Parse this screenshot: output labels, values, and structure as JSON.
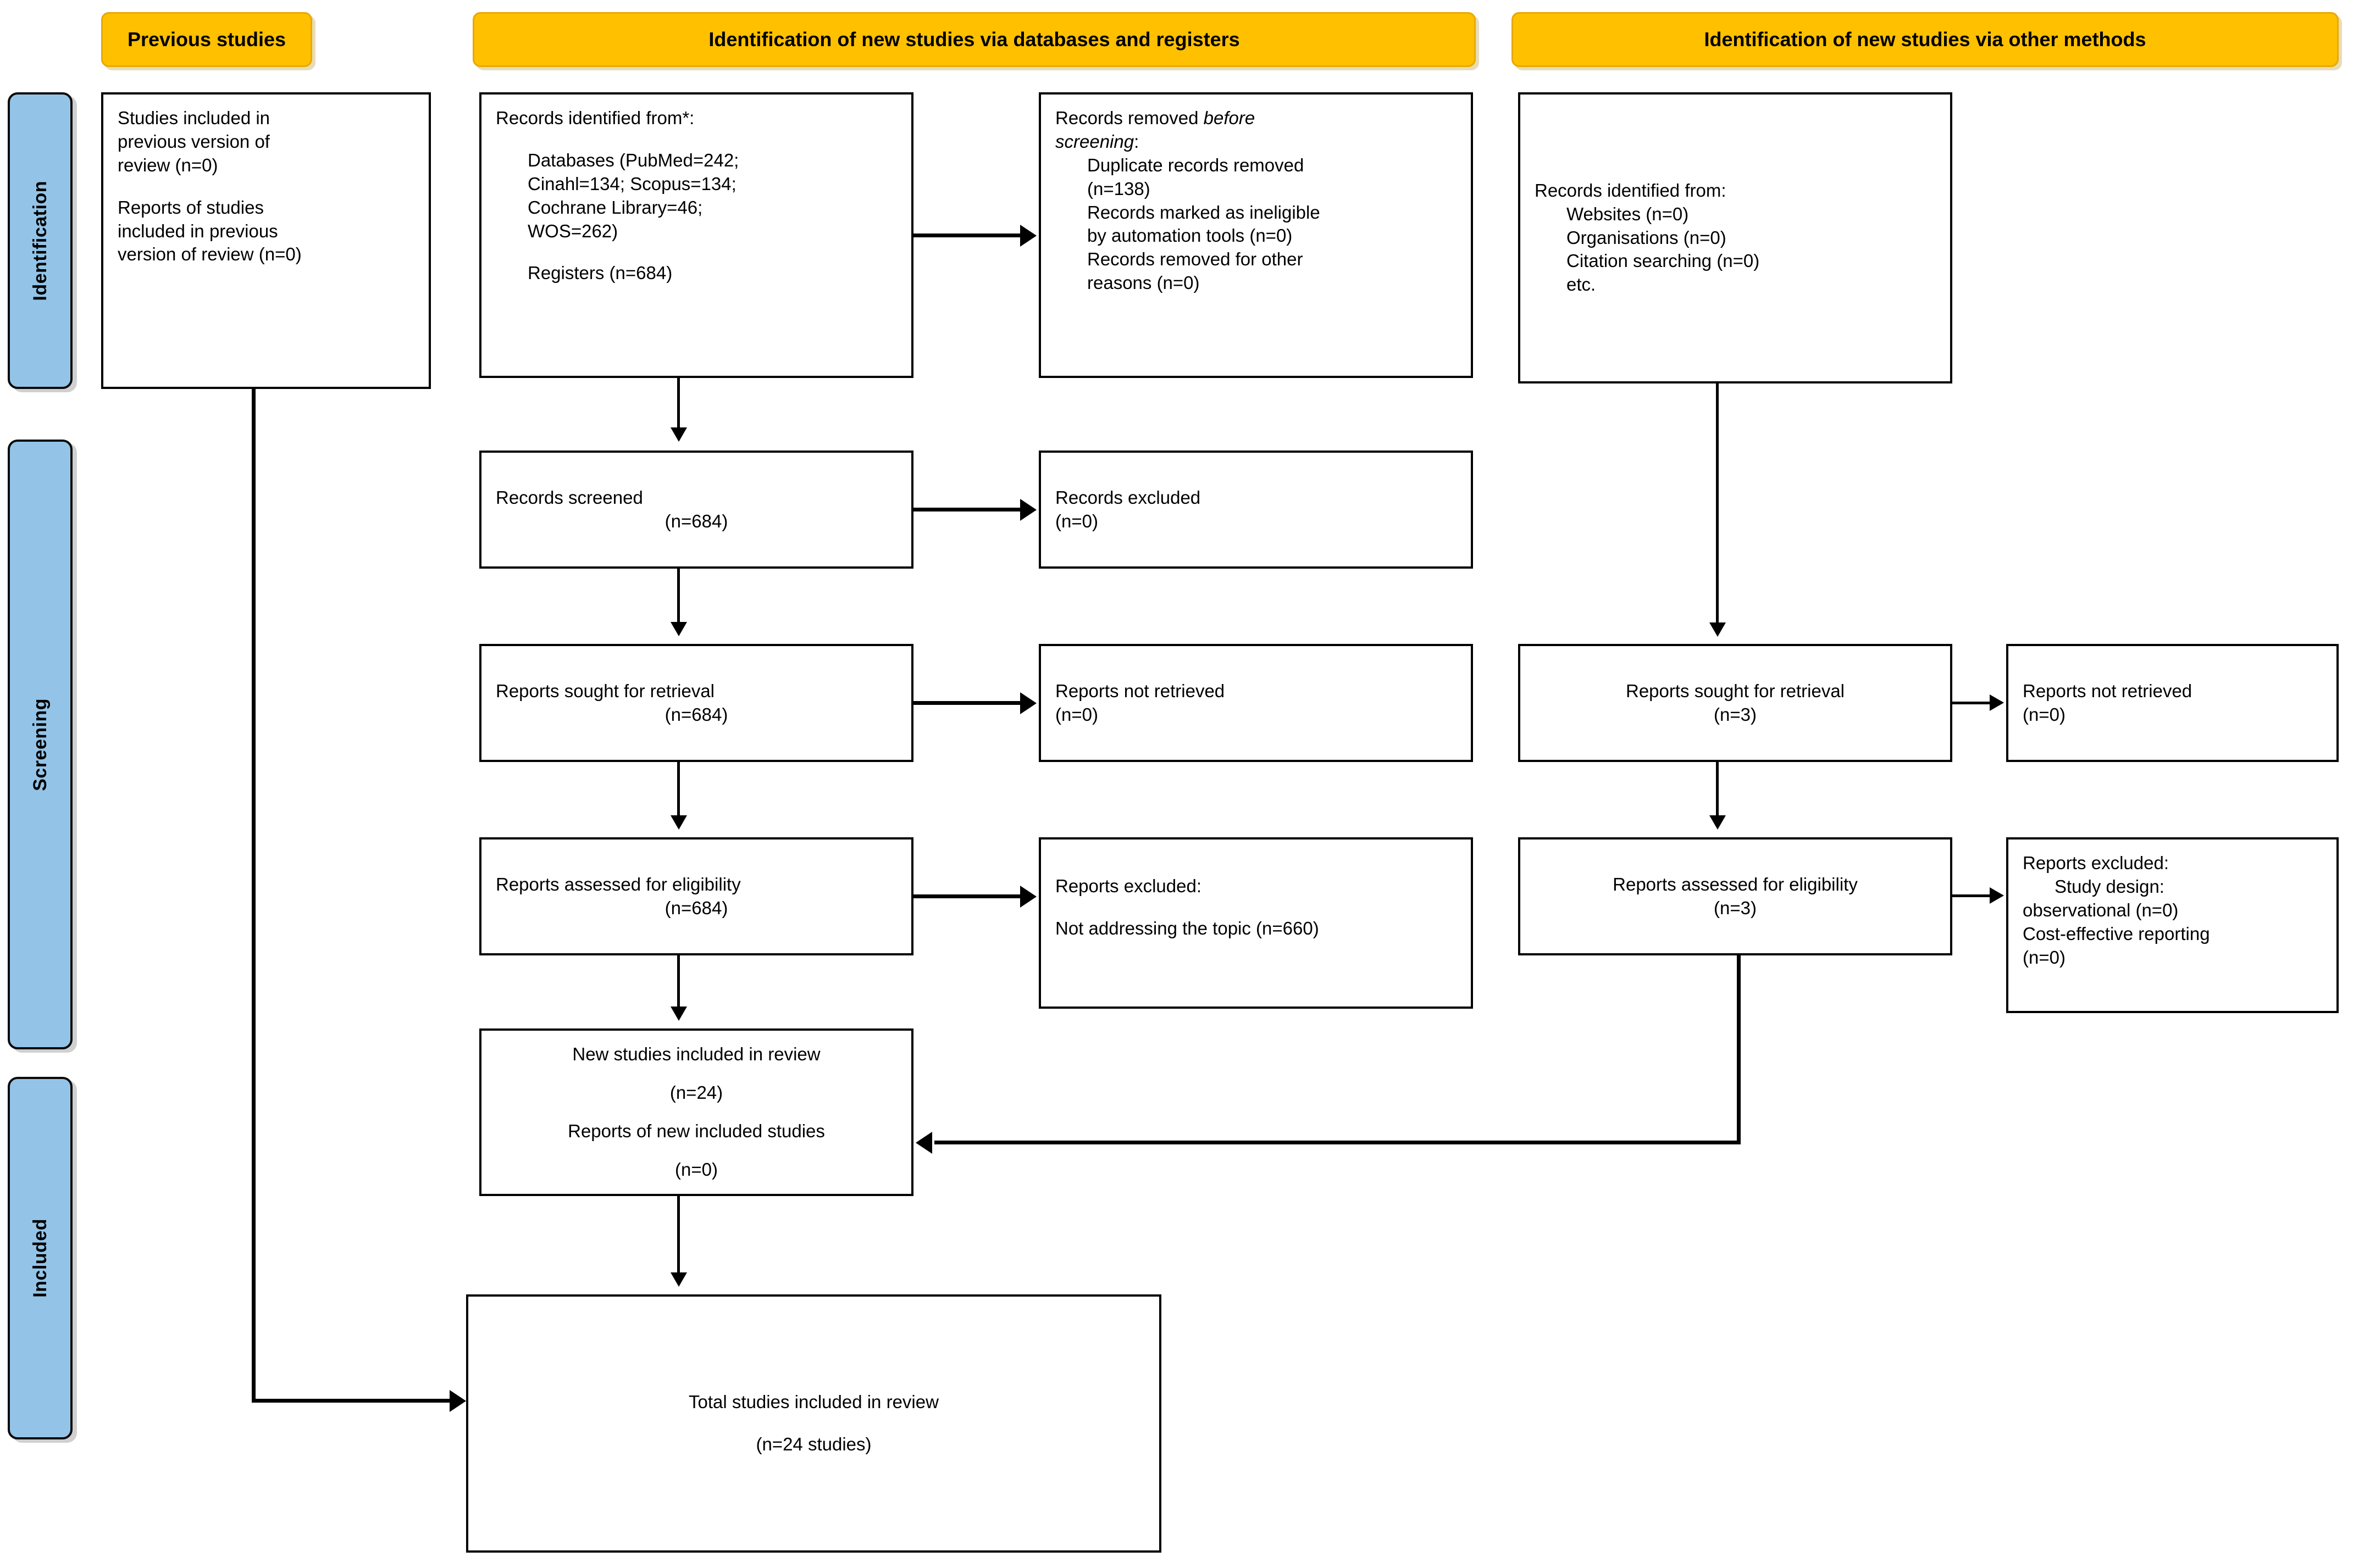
{
  "stage_labels": [
    {
      "id": "identification",
      "text": "Identification"
    },
    {
      "id": "screening",
      "text": "Screening"
    },
    {
      "id": "included",
      "text": "Included"
    }
  ],
  "phase_headers": {
    "previous": "Previous studies",
    "databases": "Identification of new studies via databases and registers",
    "other": "Identification of new studies via other methods"
  },
  "boxes": {
    "previous_studies": {
      "line1": "Studies included in",
      "line2": "previous version of",
      "line3": "review (n=0)",
      "line4": "Reports of studies",
      "line5": "included in previous",
      "line6": "version of review (n=0)"
    },
    "records_identified": {
      "heading": "Records identified from*:",
      "db1": "Databases (PubMed=242;",
      "db2": "Cinahl=134; Scopus=134;",
      "db3": "Cochrane Library=46;",
      "db4": "WOS=262)",
      "registers": "Registers (n=684)"
    },
    "records_removed": {
      "heading_a": "Records removed ",
      "heading_b": "before",
      "heading_c": "screening",
      "heading_d": ":",
      "item1a": "Duplicate records removed",
      "item1b": "(n=138)",
      "item2a": "Records marked as ineligible",
      "item2b": "by automation tools (n=0)",
      "item3a": "Records removed for other",
      "item3b": "reasons (n=0)"
    },
    "records_screened": {
      "label": "Records screened",
      "count": "(n=684)"
    },
    "records_excluded": {
      "label": "Records excluded",
      "count": "(n=0)"
    },
    "reports_sought_db": {
      "label": "Reports sought for retrieval",
      "count": "(n=684)"
    },
    "reports_not_retrieved_db": {
      "label": "Reports not retrieved",
      "count": "(n=0)"
    },
    "reports_assessed_db": {
      "label": "Reports assessed for eligibility",
      "count": "(n=684)"
    },
    "reports_excluded_db": {
      "heading": "Reports excluded:",
      "reason1": "Not addressing the topic (n=660)"
    },
    "new_studies_included": {
      "label1": "New studies included in review",
      "count1": "(n=24)",
      "label2": "Reports of new included studies",
      "count2": "(n=0)"
    },
    "records_identified_other": {
      "heading": "Records identified from:",
      "item1": "Websites (n=0)",
      "item2": "Organisations (n=0)",
      "item3": "Citation searching (n=0)",
      "item4": "etc."
    },
    "reports_sought_other": {
      "label": "Reports sought for retrieval",
      "count": "(n=3)"
    },
    "reports_not_retrieved_other": {
      "label": "Reports not retrieved",
      "count": "(n=0)"
    },
    "reports_assessed_other": {
      "label": "Reports assessed for eligibility",
      "count": "(n=3)"
    },
    "reports_excluded_other": {
      "heading": "Reports excluded:",
      "reason1a": "Study design:",
      "reason1b": "observational (n=0)",
      "reason2a": "Cost-effective reporting",
      "reason2b": "(n=0)"
    },
    "total_included": {
      "label": "Total studies included in review",
      "count": "(n=24 studies)"
    }
  },
  "colors": {
    "header_yellow": "#FFC000",
    "stage_blue": "#93C4E8",
    "line_black": "#000000",
    "box_white": "#FFFFFF"
  }
}
